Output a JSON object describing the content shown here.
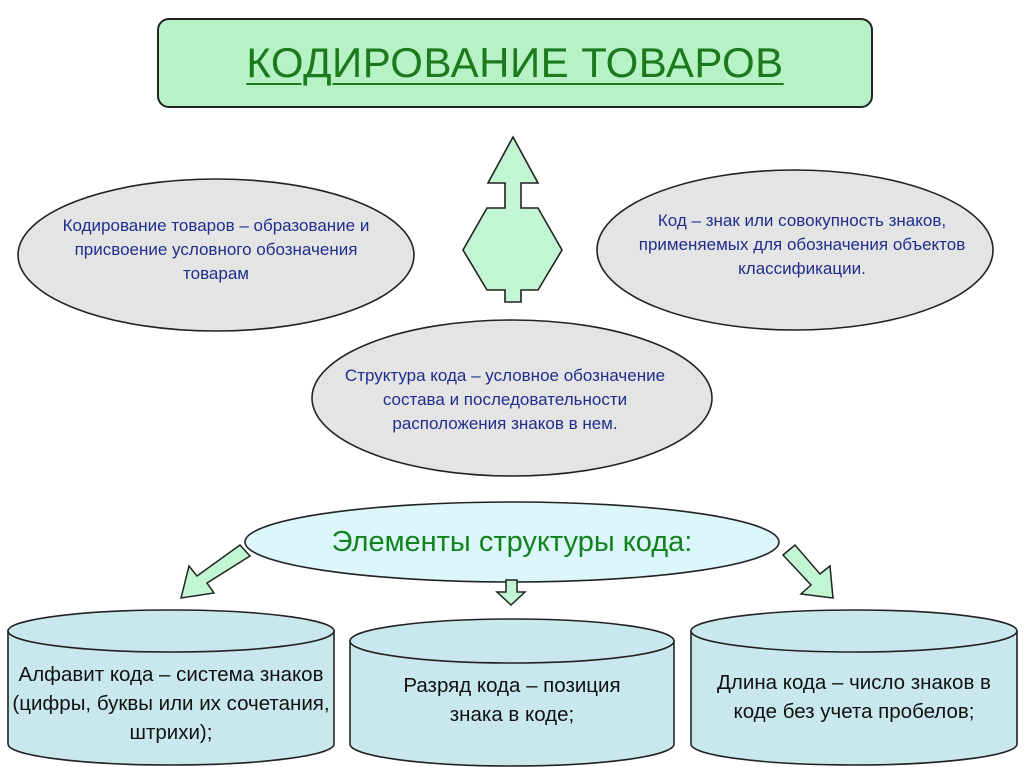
{
  "title": "КОДИРОВАНИЕ ТОВАРОВ",
  "definitions": {
    "coding": "Кодирование товаров – образование и присвоение условного обозначения товарам",
    "code": "Код – знак или совокупность знаков, применяемых для обозначения объектов классификации.",
    "structure": "Структура кода – условное обозначение состава и последовательности расположения знаков в нем."
  },
  "elements_heading": "Элементы структуры кода:",
  "elements": [
    "Алфавит кода – система знаков (цифры, буквы или их сочетания, штрихи);",
    "Разряд кода – позиция знака в коде;",
    "Длина кода – число знаков в коде без учета пробелов;"
  ],
  "colors": {
    "title_fill": "#b6f2c6",
    "title_text": "#1c7a1c",
    "oval_fill": "#e4e4e4",
    "arrow_fill": "#c2f5d2",
    "heading_fill": "#dcf7fb",
    "cylinder_fill": "#c9e8ed",
    "definition_text": "#1f2e8c",
    "heading_text": "#12821e"
  }
}
